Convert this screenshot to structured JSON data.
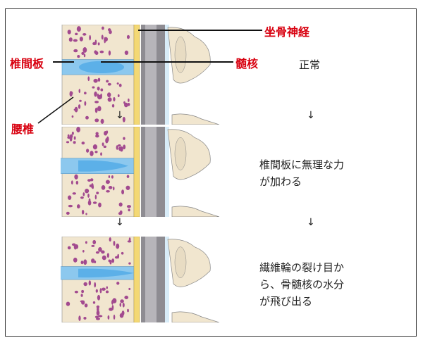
{
  "labels": {
    "sciatic_nerve": "坐骨神経",
    "intervertebral_disc": "椎間板",
    "nucleus_pulposus": "髄核",
    "lumbar_vertebra": "腰椎"
  },
  "stages": [
    {
      "caption_lines": [
        "正常"
      ]
    },
    {
      "caption_lines": [
        "椎間板に無理な力",
        "が加わる"
      ]
    },
    {
      "caption_lines": [
        "繊維輪の裂け目か",
        "ら、骨髄核の水分",
        "が飛び出る"
      ]
    }
  ],
  "colors": {
    "label_red": "#d8000f",
    "bone": "#f1e6cf",
    "marrow": "#a24a8f",
    "disc": "#8cc8ee",
    "nerve": "#f3d874",
    "cord": "#8e8c92"
  }
}
